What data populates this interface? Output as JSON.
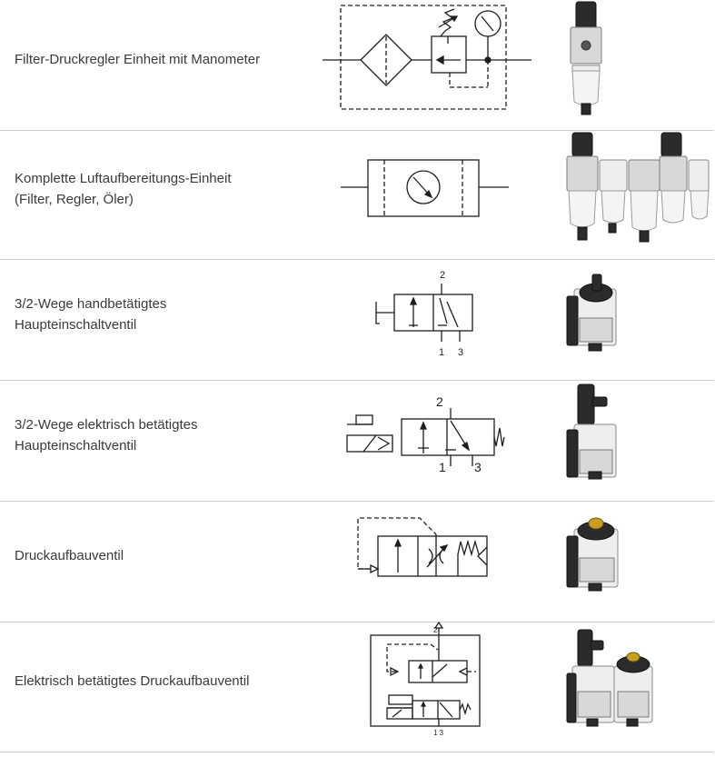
{
  "rows": [
    {
      "label": "Filter-Druckregler Einheit mit Manometer",
      "symbol_icon": "filter-pressure-regulator-gauge-symbol-icon",
      "product_icon": "filter-regulator-unit-icon"
    },
    {
      "label": "Komplette Luftaufbereitungs-Einheit\n(Filter, Regler, Öler)",
      "symbol_icon": "air-preparation-unit-symbol-icon",
      "product_icon": "air-preparation-combination-icon"
    },
    {
      "label": "3/2-Wege handbetätigtes\nHaupteinschaltventil",
      "symbol_icon": "manual-3-2-valve-symbol-icon",
      "product_icon": "manual-shutoff-valve-icon",
      "ports": {
        "top": "2",
        "left": "1",
        "right": "3"
      }
    },
    {
      "label": "3/2-Wege elektrisch betätigtes\nHaupteinschaltventil",
      "symbol_icon": "solenoid-3-2-valve-symbol-icon",
      "product_icon": "solenoid-shutoff-valve-icon",
      "ports": {
        "top": "2",
        "left": "1",
        "right": "3"
      }
    },
    {
      "label": "Druckaufbauventil",
      "symbol_icon": "soft-start-valve-symbol-icon",
      "product_icon": "soft-start-valve-icon"
    },
    {
      "label": "Elektrisch betätigtes Druckaufbauventil",
      "symbol_icon": "electric-soft-start-valve-symbol-icon",
      "product_icon": "electric-soft-start-valve-icon",
      "ports": {
        "top": "2",
        "bottom": "1 3"
      }
    }
  ]
}
